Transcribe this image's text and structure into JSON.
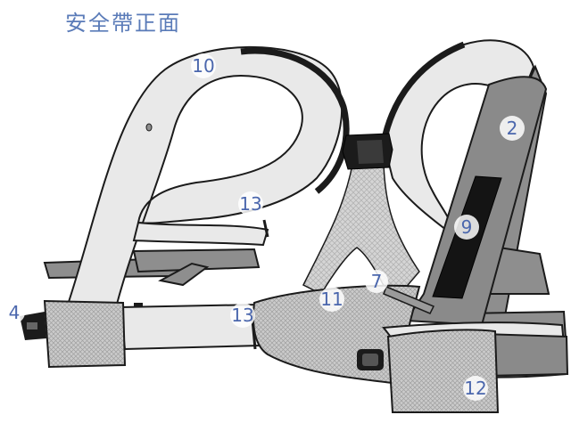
{
  "title": "安全帶正面",
  "colors": {
    "title": "#5a7bb8",
    "label_text": "#4b67ad",
    "strap_light": "#e9e9e9",
    "strap_dark": "#8d8d8d",
    "outline": "#1b1b1b",
    "mesh": "#cfcfcf"
  },
  "labels": {
    "n2": "2",
    "n4": "4",
    "n7": "7",
    "n9": "9",
    "n10": "10",
    "n11": "11",
    "n12": "12",
    "n13_upper": "13",
    "n13_lower": "13"
  }
}
